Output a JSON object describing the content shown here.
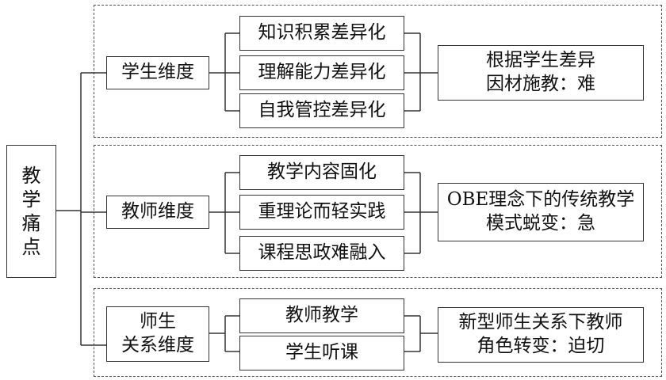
{
  "root": {
    "label": "教\n学\n痛\n点"
  },
  "groups": [
    {
      "dimension": "学生维度",
      "items": [
        "知识积累差异化",
        "理解能力差异化",
        "自我管控差异化"
      ],
      "conclusion": "根据学生差异\n因材施教：难"
    },
    {
      "dimension": "教师维度",
      "items": [
        "教学内容固化",
        "重理论而轻实践",
        "课程思政难融入"
      ],
      "conclusion": "OBE理念下的传统教学\n模式蜕变：急"
    },
    {
      "dimension": "师生\n关系维度",
      "items": [
        "教师教学",
        "学生听课"
      ],
      "conclusion": "新型师生关系下教师\n角色转变：迫切"
    }
  ]
}
